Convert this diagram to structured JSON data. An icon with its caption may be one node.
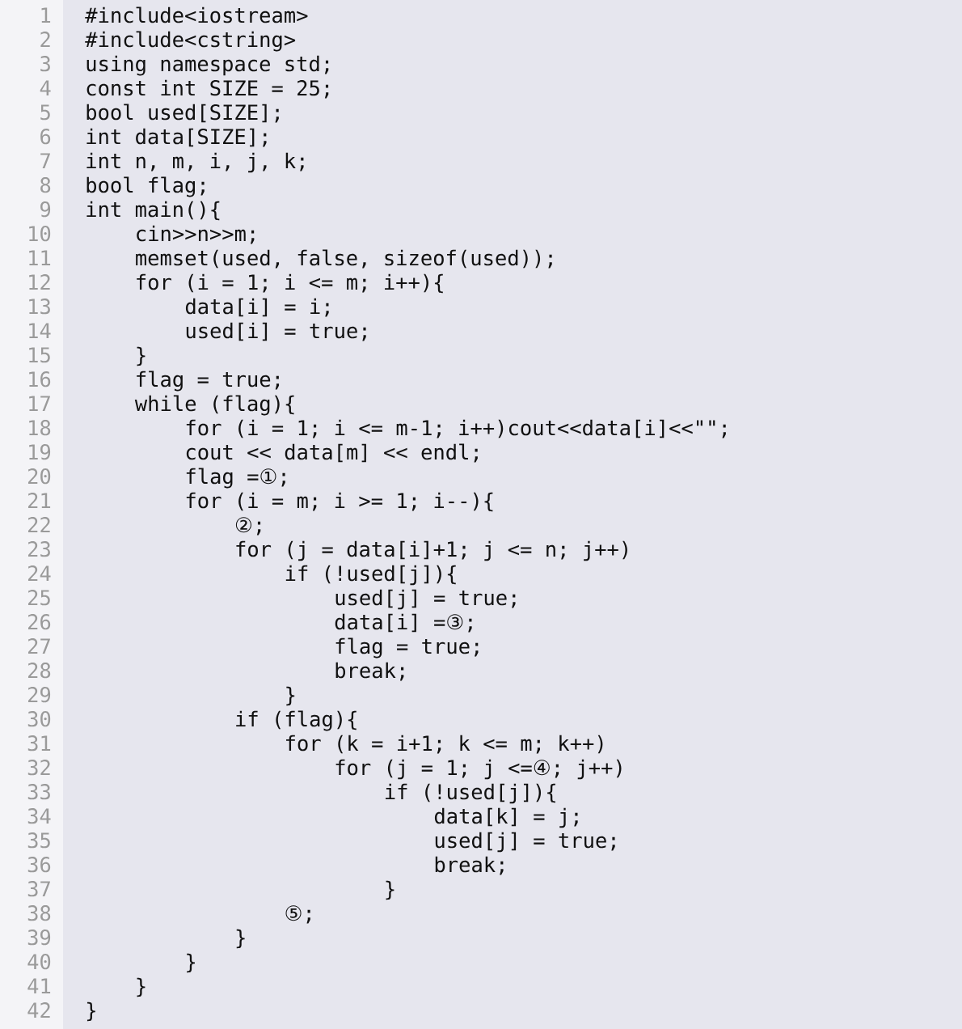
{
  "diagram": {
    "labels": [
      "1",
      "#include<iostream>",
      "2",
      "#include<cstring>",
      "3",
      "using namespace std;",
      "4",
      "const int SIZE = 25;",
      "5",
      "bool used[SIZE];",
      "6",
      "int data[SIZE];",
      "7",
      "int n, m, i, j, k;",
      "8",
      "bool flag;",
      "9",
      "int main(){",
      "10",
      "cin>>n>>m;",
      "11",
      "memset(used, false, sizeof(used));",
      "12",
      "for (i = 1; i <= m; i++){",
      "13",
      "data[i] = i;",
      "14",
      "used[i] = true;",
      "15",
      "}",
      "16",
      "flag = true;",
      "17",
      "while (flag){",
      "18",
      "for (i = 1; i <= m-1; i++)cout<<data[i]<<\"\";",
      "19",
      "cout << data[m] << endl;",
      "20",
      "flag =①;",
      "21",
      "for (i = m; i >= 1; i--){",
      "22",
      "②;",
      "23",
      "for (j = data[i]+1; j <= n; j++)",
      "24",
      "if (!used[j]){",
      "25",
      "used[j] = true;",
      "26",
      "data[i] =③;",
      "27",
      "flag = true;",
      "28",
      "break;",
      "29",
      "}",
      "30",
      "if (flag){",
      "31",
      "for (k = i+1; k <= m; k++)",
      "32",
      "for (j = 1; j <=④; j++)",
      "33",
      "if (!used[j]){",
      "34",
      "data[k] = j;",
      "35",
      "used[j] = true;",
      "36",
      "break;",
      "37",
      "}",
      "38",
      "⑤;",
      "39",
      "}",
      "40",
      "}",
      "41",
      "}",
      "42",
      "}"
    ]
  }
}
